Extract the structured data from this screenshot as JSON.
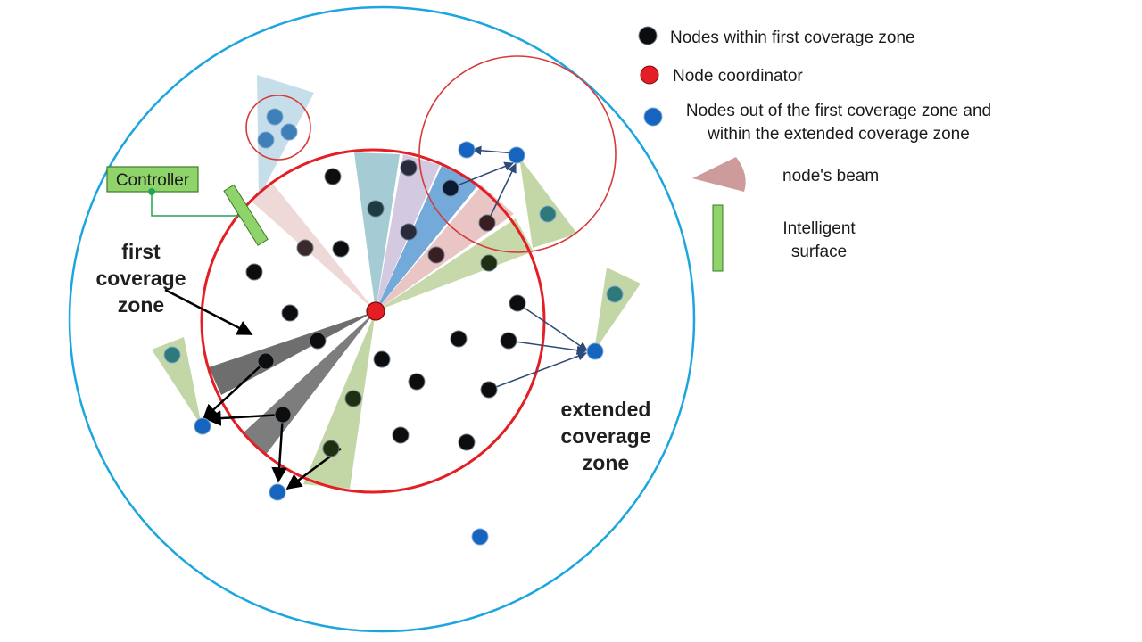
{
  "labels": {
    "controller": "Controller",
    "first_zone": [
      "first",
      "coverage",
      "zone"
    ],
    "extended_zone": [
      "extended",
      "coverage",
      "zone"
    ]
  },
  "legend": {
    "black_node": "Nodes within first coverage zone",
    "coordinator": "Node coordinator",
    "blue_node": [
      "Nodes out of the first coverage zone and",
      "within the extended coverage zone"
    ],
    "beam": "node's beam",
    "surface": [
      "Intelligent",
      "surface"
    ]
  },
  "colors": {
    "outer_circle": "#1ba6e0",
    "first_circle": "#e31e24",
    "black_node": "#0d0d0d",
    "blue_node": "#1565c0",
    "coordinator": "#e31e24",
    "controller_fill": "#8fd36b",
    "surface_fill": "#8fd36b",
    "beam_legend": "#c48a8a"
  },
  "icons": [
    "black-node-dot",
    "red-coordinator-dot",
    "blue-node-dot",
    "beam-wedge",
    "intelligent-surface-bar"
  ]
}
